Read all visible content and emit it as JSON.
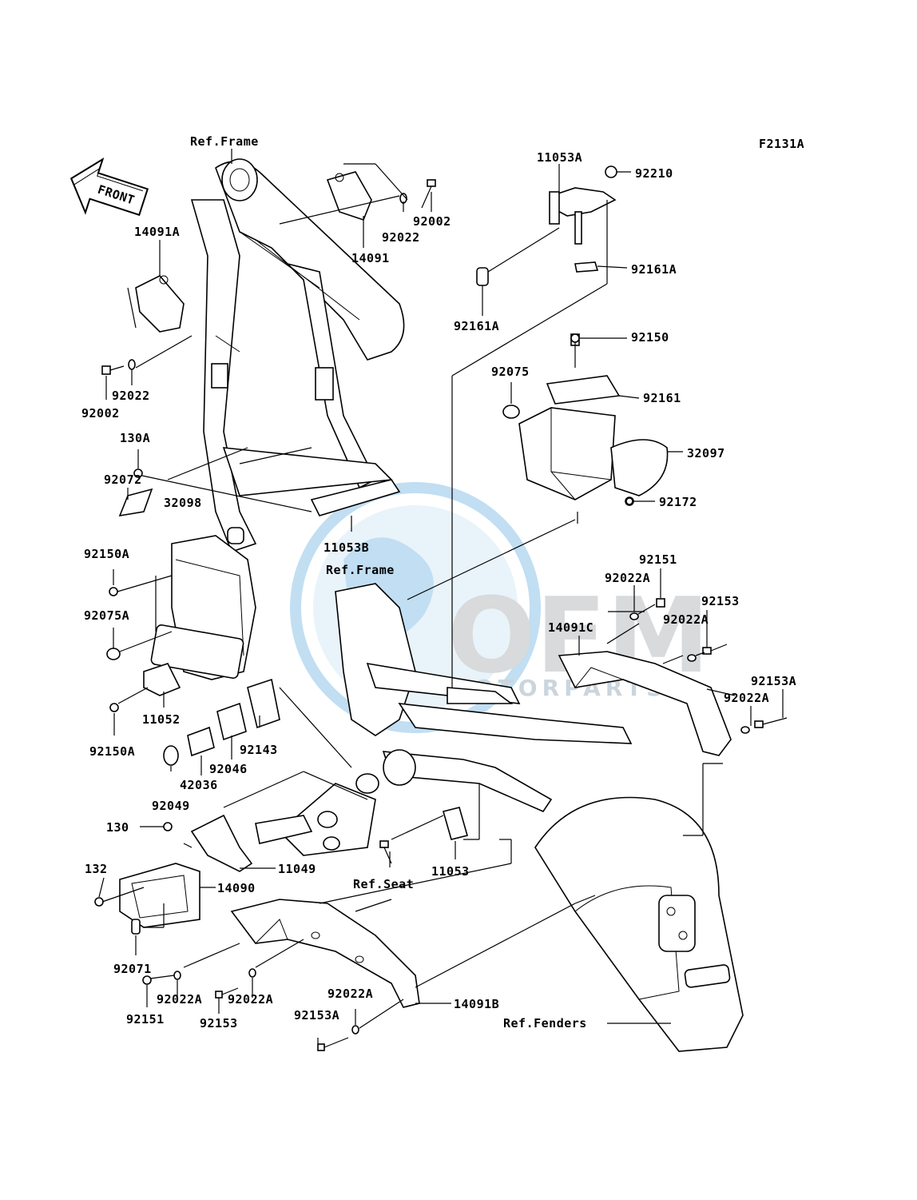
{
  "figure_id": "F2131A",
  "front_label": "FRONT",
  "watermark": {
    "brand": "OEM",
    "sub": "MOTORPARTS",
    "color": "#7fb8e0"
  },
  "callouts": {
    "ref_frame_top": "Ref.Frame",
    "ref_frame_mid": "Ref.Frame",
    "ref_seat": "Ref.Seat",
    "ref_fenders": "Ref.Fenders",
    "p14091A": "14091A",
    "p14091": "14091",
    "p92022_a": "92022",
    "p92002_a": "92002",
    "p92002_b": "92002",
    "p92022_b": "92022",
    "p130A": "130A",
    "p92072": "92072",
    "p32098": "32098",
    "p92150A_a": "92150A",
    "p92075A": "92075A",
    "p11052": "11052",
    "p92150A_b": "92150A",
    "p11053B": "11053B",
    "p11053A": "11053A",
    "p92210": "92210",
    "p92161A_a": "92161A",
    "p92161A_b": "92161A",
    "p92150": "92150",
    "p92075": "92075",
    "p92161": "92161",
    "p32097": "32097",
    "p92172": "92172",
    "p92151_a": "92151",
    "p92022A_a": "92022A",
    "p92153": "92153",
    "p92022A_b": "92022A",
    "p14091C": "14091C",
    "p92153A_a": "92153A",
    "p92022A_c": "92022A",
    "p92143": "92143",
    "p92046": "92046",
    "p42036": "42036",
    "p92049": "92049",
    "p130": "130",
    "p132": "132",
    "p11049": "11049",
    "p14090": "14090",
    "p11053": "11053",
    "p92071": "92071",
    "p92151_b": "92151",
    "p92022A_d": "92022A",
    "p92153_b": "92153",
    "p92022A_e": "92022A",
    "p92022A_f": "92022A",
    "p92153A_b": "92153A",
    "p14091B": "14091B"
  }
}
